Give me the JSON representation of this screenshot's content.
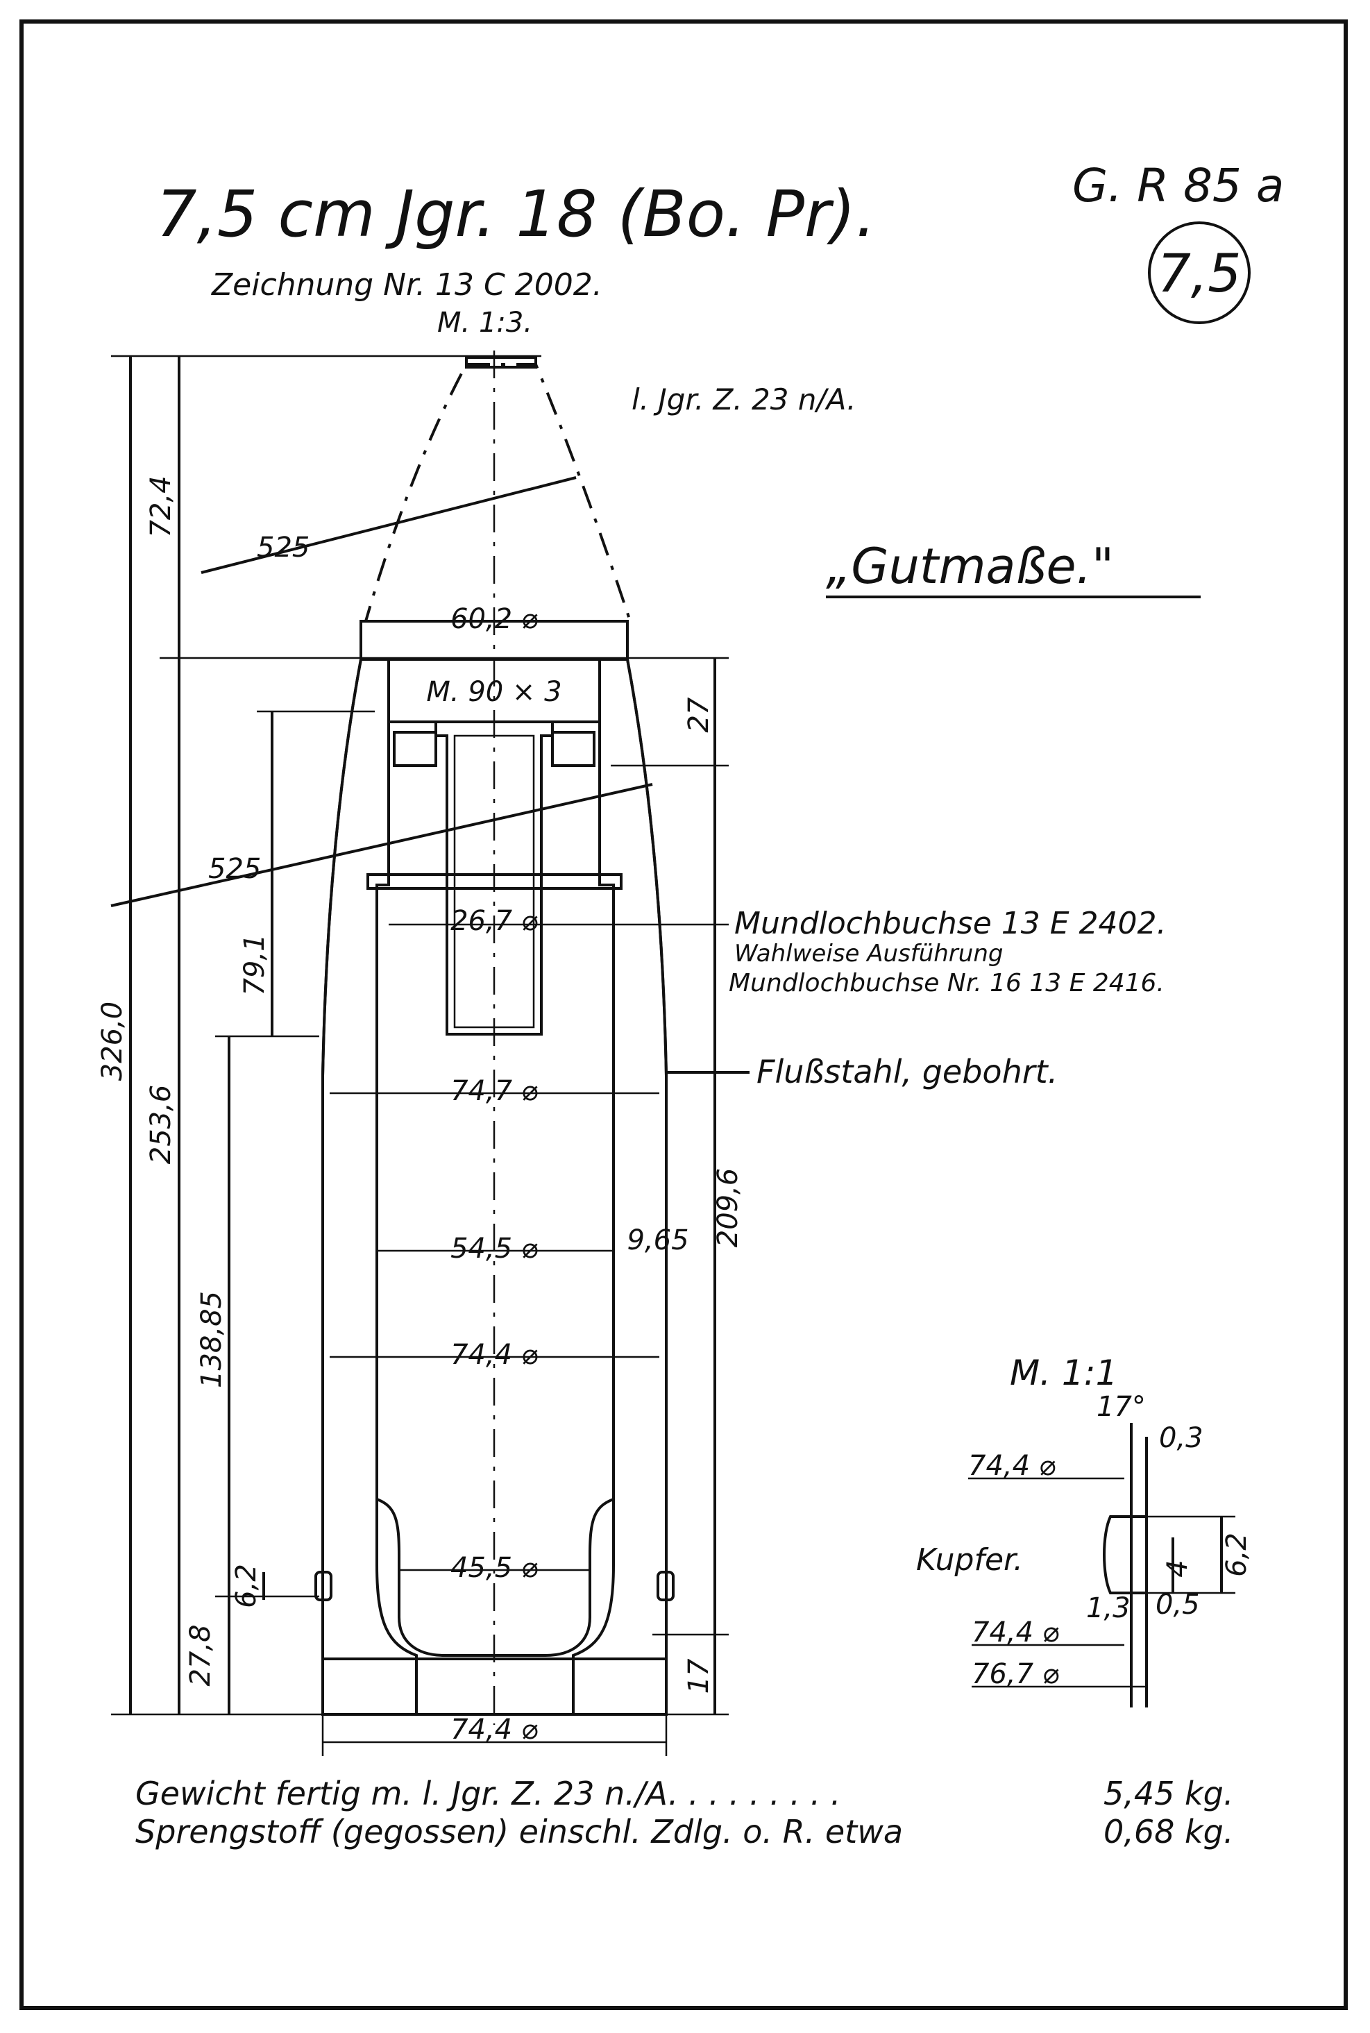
{
  "sheet": {
    "title": "7,5 cm Jgr. 18 (Bo. Pr).",
    "drawing_no": "Zeichnung Nr. 13 C 2002.",
    "scale": "M. 1:3.",
    "ref": "G. R 85 a",
    "caliber_circle": "7,5",
    "fuze": "l. Jgr. Z. 23 n/A.",
    "gutmasse": "„Gutmaße.\""
  },
  "dimensions": {
    "overall": "326,0",
    "body": "253,6",
    "nose": "72,4",
    "radius_top": "525",
    "radius_mid": "525",
    "nose_dia": "60,2 ⌀",
    "thread": "M. 90 × 3",
    "d27": "27",
    "d79": "79,1",
    "bush_dia": "26,7 ⌀",
    "bore_top": "74,7 ⌀",
    "cavity": "54,5 ⌀",
    "wall": "9,65",
    "length_209": "209,6",
    "d138": "138,85",
    "body_dia": "74,4 ⌀",
    "base_cavity": "45,5 ⌀",
    "band_width": "6,2",
    "base_thick": "27,8",
    "d17": "17",
    "base_dia": "74,4 ⌀"
  },
  "callouts": {
    "bush_1": "Mundlochbuchse 13 E 2402.",
    "bush_2": "Wahlweise Ausführung",
    "bush_3": "Mundlochbuchse Nr. 16 13 E 2416.",
    "steel": "Flußstahl, gebohrt."
  },
  "detail": {
    "scale": "M. 1:1",
    "angle": "17°",
    "t03": "0,3",
    "d744a": "74,4 ⌀",
    "copper": "Kupfer.",
    "h62": "6,2",
    "h4": "4",
    "t13": "1,3",
    "t05": "0,5",
    "d744b": "74,4 ⌀",
    "d767": "76,7 ⌀"
  },
  "notes": {
    "weight_label": "Gewicht fertig m. l. Jgr. Z. 23 n./A. . . . . . . . .",
    "weight_value": "5,45 kg.",
    "explosive_label": "Sprengstoff (gegossen) einschl. Zdlg. o. R. etwa",
    "explosive_value": "0,68 kg."
  }
}
